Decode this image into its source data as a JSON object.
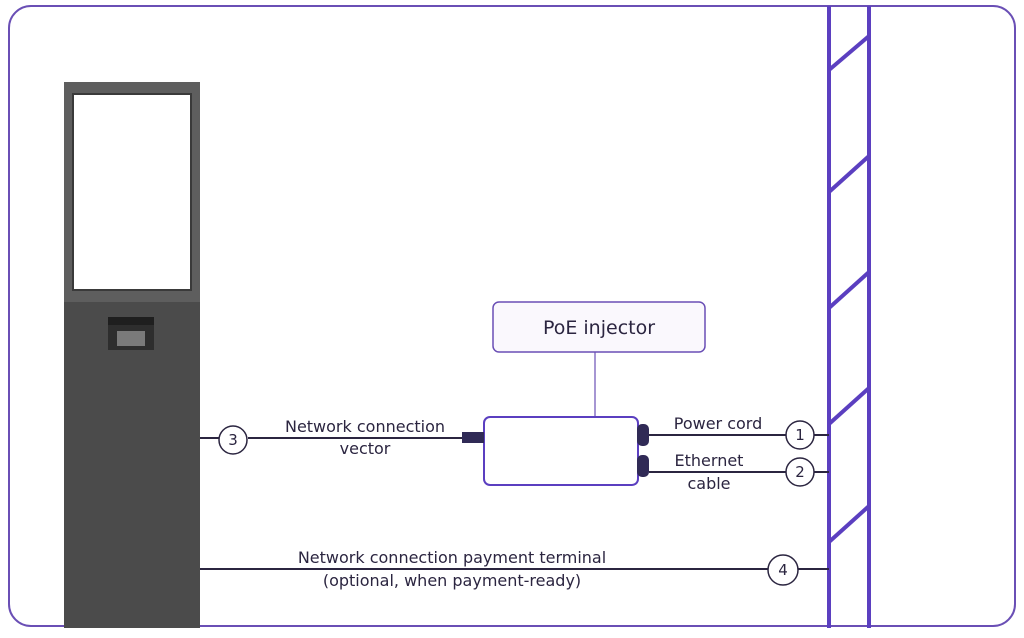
{
  "colors": {
    "frame": "#6a4fb5",
    "wall": "#5b3fc0",
    "line": "#2b2540",
    "kiosk_body": "#4b4b4b",
    "kiosk_top": "#5a5a5a",
    "injector_fill": "#ffffff",
    "label_box_fill": "#faf8fd",
    "connector": "#302a56"
  },
  "poe_injector": {
    "label": "PoE injector"
  },
  "connections": {
    "network_vector": {
      "number": "3",
      "label_line1": "Network connection",
      "label_line2": "vector"
    },
    "power_cord": {
      "number": "1",
      "label": "Power cord"
    },
    "ethernet": {
      "number": "2",
      "label_line1": "Ethernet",
      "label_line2": "cable"
    },
    "payment_terminal": {
      "number": "4",
      "label_line1": "Network connection payment terminal",
      "label_line2": "(optional, when payment-ready)"
    }
  }
}
